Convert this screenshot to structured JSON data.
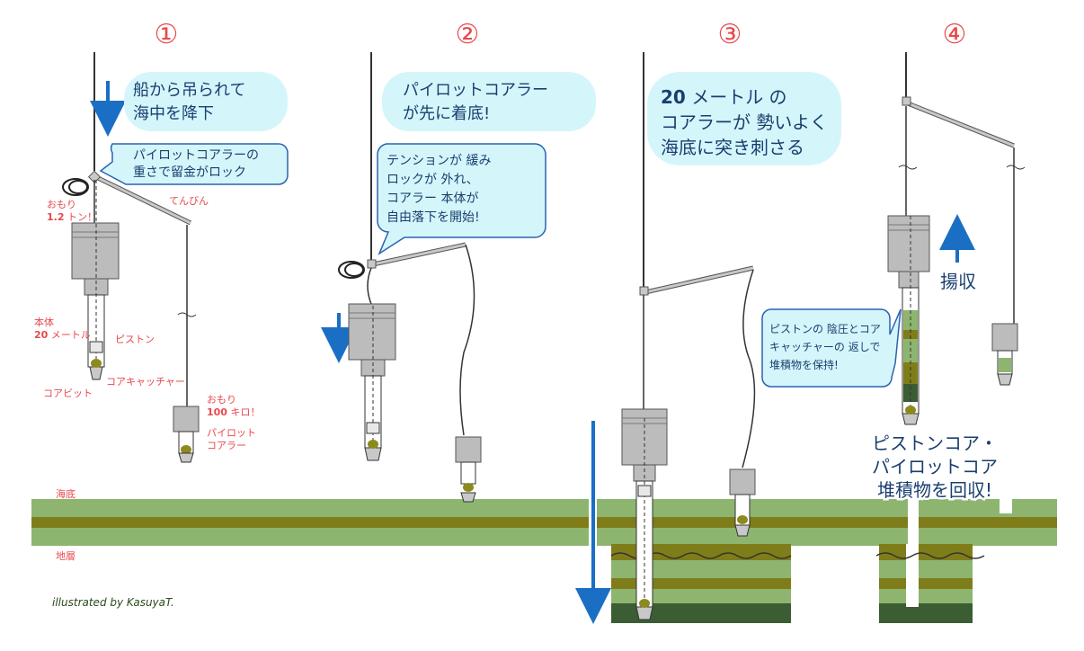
{
  "steps": [
    "①",
    "②",
    "③",
    "④"
  ],
  "panel1": {
    "bubble_main": [
      "船から吊られて",
      "海中を降下"
    ],
    "bubble_lock": [
      "パイロットコアラーの",
      "重さで留金がロック"
    ],
    "weight_label": [
      "おもり",
      "1.2",
      " トン！"
    ],
    "balance_label": "てんびん",
    "body_label": [
      "本体",
      "20",
      " メートル"
    ],
    "piston_label": "ピストン",
    "core_catcher_label": "コアキャッチャー",
    "core_bit_label": "コアビット",
    "pilot_weight_label": [
      "おもり",
      "100",
      " キロ！"
    ],
    "pilot_corer_label": [
      "パイロット",
      "コアラー"
    ]
  },
  "panel2": {
    "bubble_top": [
      "パイロットコアラー",
      "が先に着底!"
    ],
    "bubble_tension": [
      "テンションが 緩み",
      "ロックが 外れ、",
      "コアラー 本体が",
      "自由落下を開始!"
    ]
  },
  "panel3": {
    "bubble": [
      "20",
      " メートル の",
      "コアラーが 勢いよく",
      "海底に突き刺さる"
    ]
  },
  "panel4": {
    "lift_label": "揚収",
    "bubble": [
      "ピストンの 陰圧とコア",
      "キャッチャーの 返しで",
      "堆積物を保持!"
    ],
    "recover": [
      "ピストンコア・",
      "パイロットコア",
      "堆積物を回収!"
    ]
  },
  "layers": {
    "seafloor": "海底",
    "strata": "地層"
  },
  "credit": "illustrated by KasuyaT.",
  "colors": {
    "step": "#e8484c",
    "bubble_fill": "#d4f6fb",
    "bubble_stroke": "#2b62b0",
    "text": "#1a3f6f",
    "arrow": "#1a6fc4",
    "label": "#e8484c",
    "green_light": "#8db56f",
    "green_olive": "#7f7d1a",
    "green_dark": "#3c5c34",
    "gray": "#bcbcbc"
  }
}
